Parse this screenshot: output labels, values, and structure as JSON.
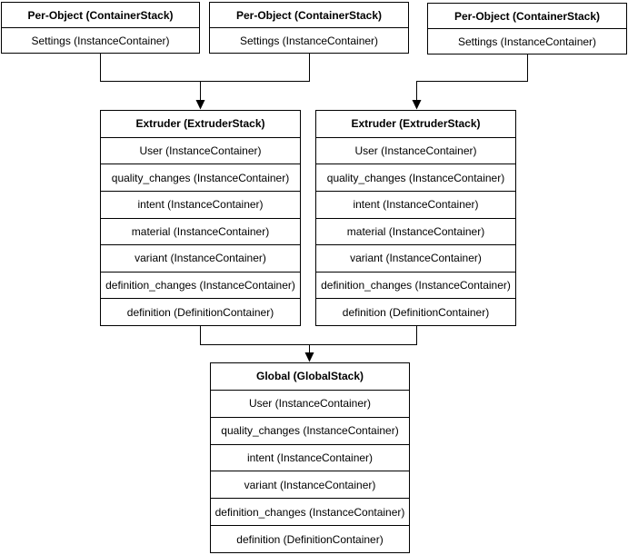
{
  "diagram": {
    "colors": {
      "line": "#000000",
      "text": "#000000",
      "box_fill": "#ffffff",
      "background": "#ffffff"
    },
    "boxes": [
      {
        "id": "per_object_1",
        "title": "Per-Object (ContainerStack)",
        "rows": [
          "Settings (InstanceContainer)"
        ]
      },
      {
        "id": "per_object_2",
        "title": "Per-Object (ContainerStack)",
        "rows": [
          "Settings (InstanceContainer)"
        ]
      },
      {
        "id": "per_object_3",
        "title": "Per-Object (ContainerStack)",
        "rows": [
          "Settings (InstanceContainer)"
        ]
      },
      {
        "id": "extruder_1",
        "title": "Extruder (ExtruderStack)",
        "rows": [
          "User (InstanceContainer)",
          "quality_changes (InstanceContainer)",
          "intent (InstanceContainer)",
          "material (InstanceContainer)",
          "variant (InstanceContainer)",
          "definition_changes (InstanceContainer)",
          "definition (DefinitionContainer)"
        ]
      },
      {
        "id": "extruder_2",
        "title": "Extruder (ExtruderStack)",
        "rows": [
          "User (InstanceContainer)",
          "quality_changes (InstanceContainer)",
          "intent (InstanceContainer)",
          "material (InstanceContainer)",
          "variant (InstanceContainer)",
          "definition_changes (InstanceContainer)",
          "definition (DefinitionContainer)"
        ]
      },
      {
        "id": "global",
        "title": "Global (GlobalStack)",
        "rows": [
          "User (InstanceContainer)",
          "quality_changes (InstanceContainer)",
          "intent (InstanceContainer)",
          "variant (InstanceContainer)",
          "definition_changes (InstanceContainer)",
          "definition (DefinitionContainer)"
        ]
      }
    ]
  }
}
